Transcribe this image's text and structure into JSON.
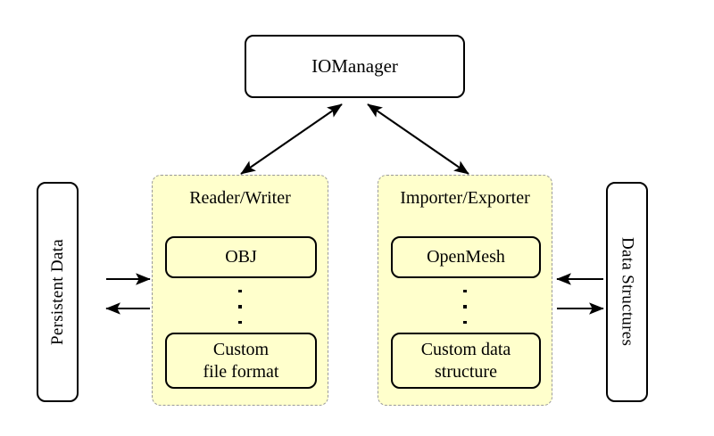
{
  "diagram": {
    "title_node": {
      "label": "IOManager"
    },
    "left_endpoint": {
      "label": "Persistent Data"
    },
    "right_endpoint": {
      "label": "Data Structures"
    },
    "panels": [
      {
        "title": "Reader/Writer",
        "items": [
          "OBJ",
          "Custom\nfile format"
        ],
        "item_top": "OBJ",
        "item_bottom_line1": "Custom",
        "item_bottom_line2": "file format",
        "ellipsis": "⋮"
      },
      {
        "title": "Importer/Exporter",
        "items": [
          "OpenMesh",
          "Custom data\nstructure"
        ],
        "item_top": "OpenMesh",
        "item_bottom_line1": "Custom data",
        "item_bottom_line2": "structure",
        "ellipsis": "⋮"
      }
    ],
    "colors": {
      "panel_fill": "#ffffcc",
      "panel_border": "#9a9a9a",
      "box_border": "#000000",
      "box_fill": "#ffffff",
      "background": "#ffffff",
      "arrow": "#000000"
    },
    "connections": [
      {
        "name": "iomanager-to-reader-writer",
        "from": "IOManager",
        "to": "Reader/Writer",
        "style": "double-headed"
      },
      {
        "name": "iomanager-to-importer-exporter",
        "from": "IOManager",
        "to": "Importer/Exporter",
        "style": "double-headed"
      },
      {
        "name": "persistent-data-to-reader-writer",
        "from": "Persistent Data",
        "to": "Reader/Writer",
        "style": "single-headed-right"
      },
      {
        "name": "reader-writer-to-persistent-data",
        "from": "Reader/Writer",
        "to": "Persistent Data",
        "style": "single-headed-left"
      },
      {
        "name": "data-structures-to-importer-exporter",
        "from": "Data Structures",
        "to": "Importer/Exporter",
        "style": "single-headed-left"
      },
      {
        "name": "importer-exporter-to-data-structures",
        "from": "Importer/Exporter",
        "to": "Data Structures",
        "style": "single-headed-right"
      }
    ]
  }
}
